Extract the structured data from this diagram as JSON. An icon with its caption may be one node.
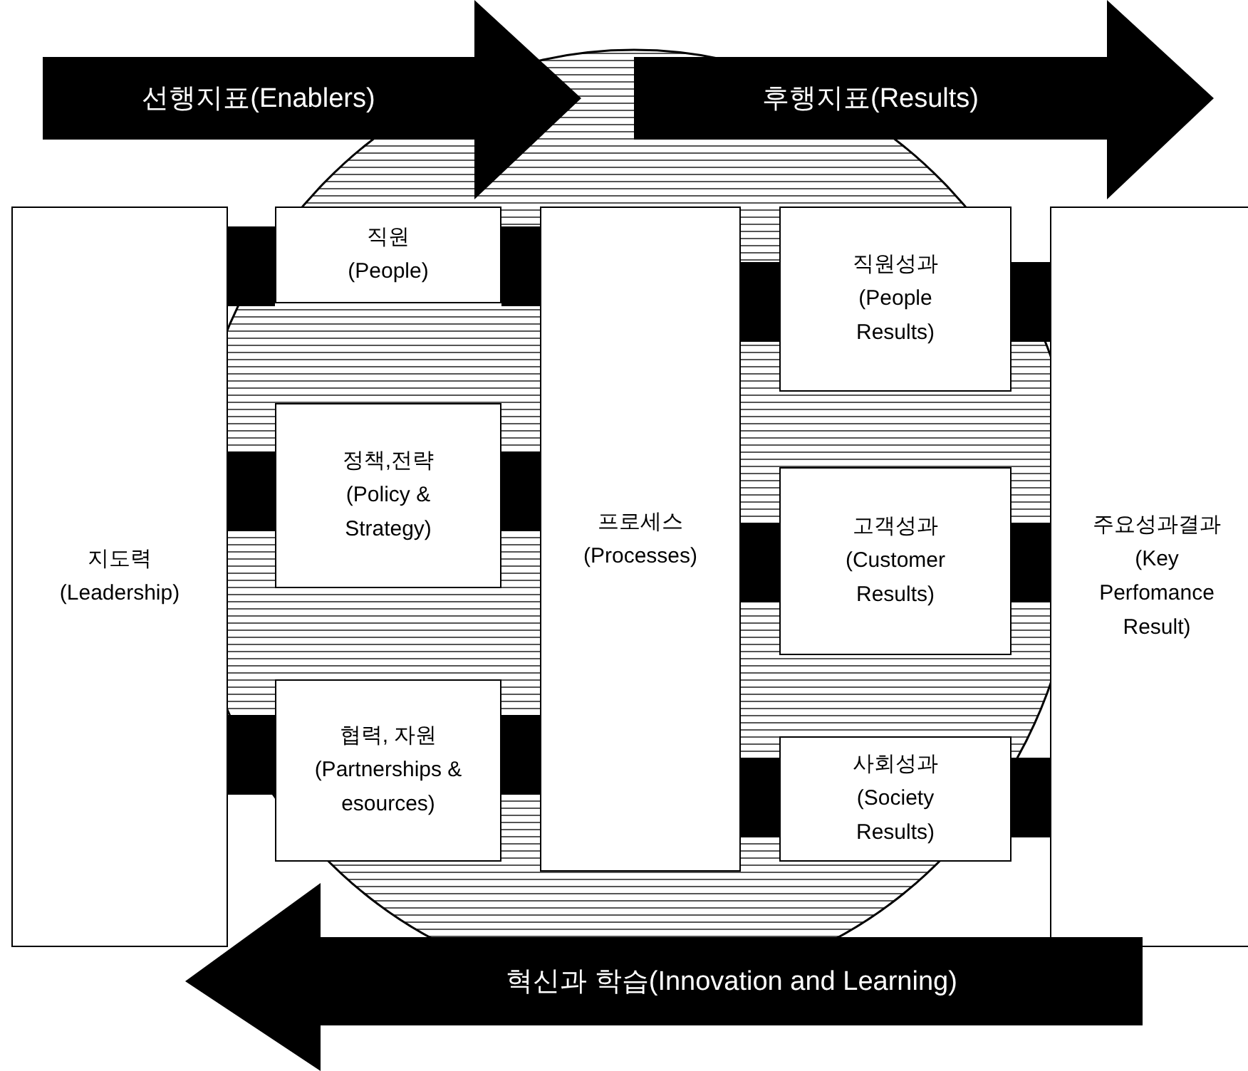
{
  "diagram": {
    "nodes": [
      {
        "text": [
          "선행지표(Enablers)"
        ]
      },
      {
        "text": [
          "후행지표(Results)"
        ]
      },
      {
        "text": [
          "지도력",
          "(Leadership)"
        ]
      },
      {
        "text": [
          "직원",
          "(People)"
        ]
      },
      {
        "text": [
          "정책,전략",
          "(Policy & Strategy)"
        ]
      },
      {
        "text": [
          "협력, 자원",
          "(Partnerships & esources)"
        ]
      },
      {
        "text": [
          "프로세스",
          "(Processes)"
        ]
      },
      {
        "text": [
          "직원성과",
          "(People Results)"
        ]
      },
      {
        "text": [
          "고객성과",
          "(Customer Results)"
        ]
      },
      {
        "text": [
          "사회성과",
          "(Society Results)"
        ]
      },
      {
        "text": [
          "주요성과결과",
          "(Key Perfomance Result)"
        ]
      },
      {
        "text": [
          "혁신과 학습(Innovation and Learning)"
        ]
      }
    ],
    "edges": [
      {
        "from": 2,
        "to": 3,
        "arrow": "none"
      },
      {
        "from": 2,
        "to": 4,
        "arrow": "none"
      },
      {
        "from": 2,
        "to": 5,
        "arrow": "none"
      },
      {
        "from": 3,
        "to": 6,
        "arrow": "none"
      },
      {
        "from": 4,
        "to": 6,
        "arrow": "none"
      },
      {
        "from": 5,
        "to": 6,
        "arrow": "none"
      },
      {
        "from": 6,
        "to": 7,
        "arrow": "none"
      },
      {
        "from": 6,
        "to": 8,
        "arrow": "none"
      },
      {
        "from": 6,
        "to": 9,
        "arrow": "none"
      },
      {
        "from": 7,
        "to": 10,
        "arrow": "none"
      },
      {
        "from": 8,
        "to": 10,
        "arrow": "none"
      },
      {
        "from": 9,
        "to": 10,
        "arrow": "none"
      }
    ]
  }
}
